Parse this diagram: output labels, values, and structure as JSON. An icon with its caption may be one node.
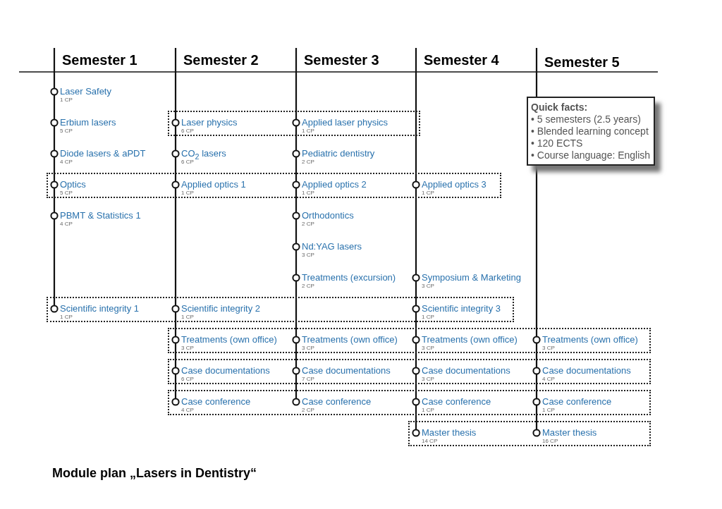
{
  "diagram": {
    "caption": "Module plan „Lasers in Dentistry“",
    "nodes": [
      {
        "text": [
          "Laser Safety",
          "1 CP"
        ]
      },
      {
        "text": [
          "Erbium lasers",
          "5 CP"
        ]
      },
      {
        "text": [],
        "shape": "box"
      },
      {
        "text": [
          "Laser physics",
          "6 CP"
        ],
        "in": 2
      },
      {
        "text": [
          "Applied laser physics",
          "1 CP"
        ],
        "in": 2
      },
      {
        "text": [
          "Diode lasers & aPDT",
          "4 CP"
        ]
      },
      {
        "text": [
          "CO$_{2}$ lasers",
          "6 CP"
        ]
      },
      {
        "text": [
          "Pediatric dentistry",
          "2 CP"
        ]
      },
      {
        "text": [],
        "shape": "box"
      },
      {
        "text": [
          "Optics",
          "5 CP"
        ],
        "in": 8
      },
      {
        "text": [
          "Applied optics 1",
          "1 CP"
        ],
        "in": 8
      },
      {
        "text": [
          "Applied optics 2",
          "1 CP"
        ],
        "in": 8
      },
      {
        "text": [
          "Applied optics 3",
          "1 CP"
        ],
        "in": 8
      },
      {
        "text": [
          "PBMT & Statistics 1",
          "4 CP"
        ]
      },
      {
        "text": [
          "Orthodontics",
          "2 CP"
        ]
      },
      {
        "text": [
          "Nd:YAG lasers",
          "3 CP"
        ]
      },
      {
        "text": [
          "Treatments (excursion)",
          "2 CP"
        ]
      },
      {
        "text": [
          "Symposium & Marketing",
          "3 CP"
        ]
      },
      {
        "text": [],
        "shape": "box"
      },
      {
        "text": [
          "Scientific integrity 1",
          "1 CP"
        ],
        "in": 18
      },
      {
        "text": [
          "Scientific integrity 2",
          "1 CP"
        ],
        "in": 18
      },
      {
        "text": [
          "Scientific integrity 3",
          "1 CP"
        ],
        "in": 18
      },
      {
        "text": [],
        "shape": "box"
      },
      {
        "text": [
          "Treatments (own office)",
          "3 CP"
        ],
        "in": 22
      },
      {
        "text": [
          "Treatments (own office)",
          "3 CP"
        ],
        "in": 22
      },
      {
        "text": [
          "Treatments (own office)",
          "3 CP"
        ],
        "in": 22
      },
      {
        "text": [
          "Treatments (own office)",
          "3 CP"
        ],
        "in": 22
      },
      {
        "text": [],
        "shape": "box"
      },
      {
        "text": [
          "Case documentations",
          "6 CP"
        ],
        "in": 27
      },
      {
        "text": [
          "Case documentations",
          "7 CP"
        ],
        "in": 27
      },
      {
        "text": [
          "Case documentations",
          "3 CP"
        ],
        "in": 27
      },
      {
        "text": [
          "Case documentations",
          "4 CP"
        ],
        "in": 27
      },
      {
        "text": [],
        "shape": "box"
      },
      {
        "text": [
          "Case conference",
          "4 CP"
        ],
        "in": 32
      },
      {
        "text": [
          "Case conference",
          "2 CP"
        ],
        "in": 32
      },
      {
        "text": [
          "Case conference",
          "1 CP"
        ],
        "in": 32
      },
      {
        "text": [
          "Case conference",
          "1 CP"
        ],
        "in": 32
      },
      {
        "text": [],
        "shape": "box"
      },
      {
        "text": [
          "Master thesis",
          "14 CP"
        ],
        "in": 37
      },
      {
        "text": [
          "Master thesis",
          "16 CP"
        ],
        "in": 37
      },
      {
        "text": [
          "Quick facts:",
          "• 5 semesters (2.5 years)",
          "• Blended learning concept",
          "• 120 ECTS",
          "• Course language: English"
        ]
      }
    ],
    "labels": [
      "Semester 1",
      "Semester 2",
      "Semester 3",
      "Semester 4",
      "Semester 5"
    ]
  }
}
